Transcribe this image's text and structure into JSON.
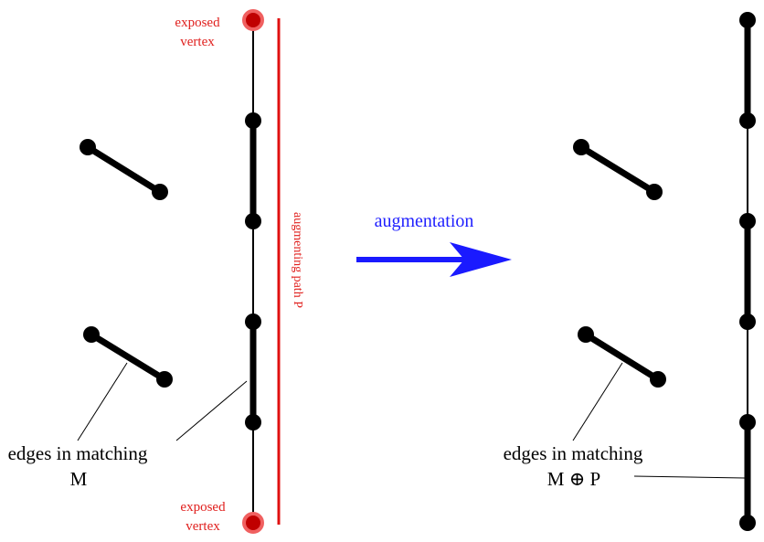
{
  "labels": {
    "exposed_top_line1": "exposed",
    "exposed_top_line2": "vertex",
    "exposed_bottom_line1": "exposed",
    "exposed_bottom_line2": "vertex",
    "augmenting_path": "augmenting path P",
    "augmentation": "augmentation",
    "left_caption_line1": "edges in matching",
    "left_caption_line2": "M",
    "right_caption_line1": "edges in matching",
    "right_caption_line2": "M ⊕ P"
  },
  "colors": {
    "exposed_vertex_fill": "#c00000",
    "exposed_vertex_ring": "#f06060",
    "path_marker": "#e01010",
    "arrow": "#1a1aff",
    "edge": "#000000"
  }
}
